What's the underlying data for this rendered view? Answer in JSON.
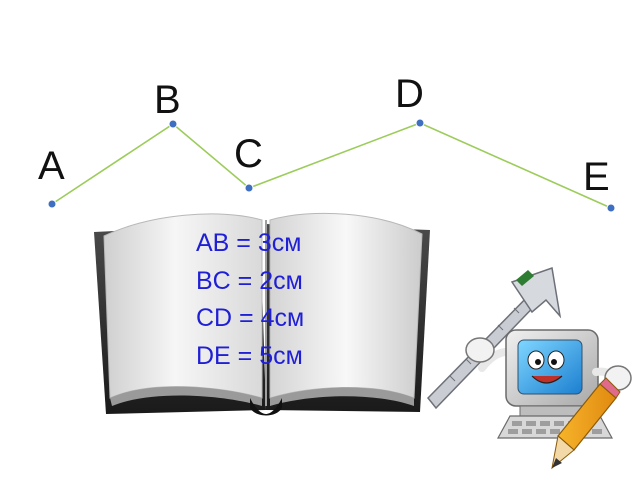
{
  "points": [
    {
      "name": "A"
    },
    {
      "name": "B"
    },
    {
      "name": "C"
    },
    {
      "name": "D"
    },
    {
      "name": "E"
    }
  ],
  "segments": [
    {
      "label": "AB = 3см",
      "value": 3,
      "unit": "см"
    },
    {
      "label": "BC = 2см",
      "value": 2,
      "unit": "см"
    },
    {
      "label": "CD = 4см",
      "value": 4,
      "unit": "см"
    },
    {
      "label": "DE = 5см",
      "value": 5,
      "unit": "см"
    }
  ],
  "icons": [
    "open-book-icon",
    "computer-mascot-icon",
    "ruler-icon",
    "pencil-icon"
  ],
  "colors": {
    "polyline": "#9ccc5a",
    "point": "#3f6fc0",
    "text": "#1f1fd6"
  }
}
